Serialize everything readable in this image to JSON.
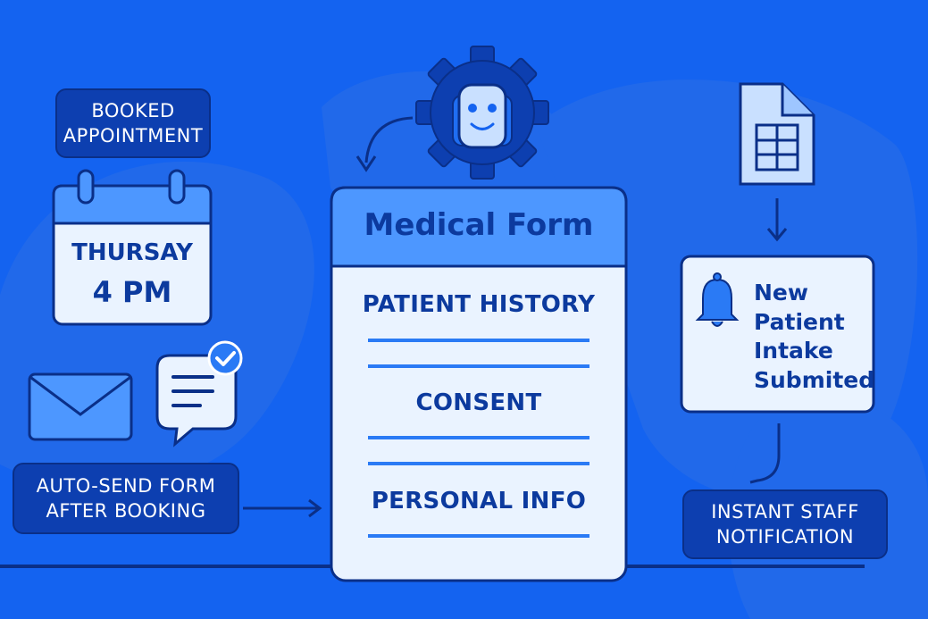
{
  "booking": {
    "label_lines": [
      "BOOKED",
      "APPOINTMENT"
    ],
    "day": "THURSAY",
    "time": "4 PM"
  },
  "form": {
    "title": "Medical Form",
    "sections": [
      "PATIENT HISTORY",
      "CONSENT",
      "PERSONAL INFO"
    ]
  },
  "autosend": {
    "label_lines": [
      "AUTO-SEND FORM",
      "AFTER BOOKING"
    ]
  },
  "notification": {
    "lines": [
      "New",
      "Patient",
      "Intake",
      "Submited"
    ]
  },
  "staff": {
    "label_lines": [
      "INSTANT STAFF",
      "NOTIFICATION"
    ]
  },
  "colors": {
    "background": "#1463f0",
    "badge": "#0d3fb0",
    "outline": "#0a2f88",
    "card": "#eaf3ff",
    "card_header": "#4d97ff",
    "text_dark": "#0c3a9e",
    "accent": "#2a7af5"
  },
  "icons": [
    "calendar-icon",
    "envelope-icon",
    "chat-bubble-icon",
    "check-badge-icon",
    "robot-gear-icon",
    "spreadsheet-file-icon",
    "bell-icon"
  ]
}
